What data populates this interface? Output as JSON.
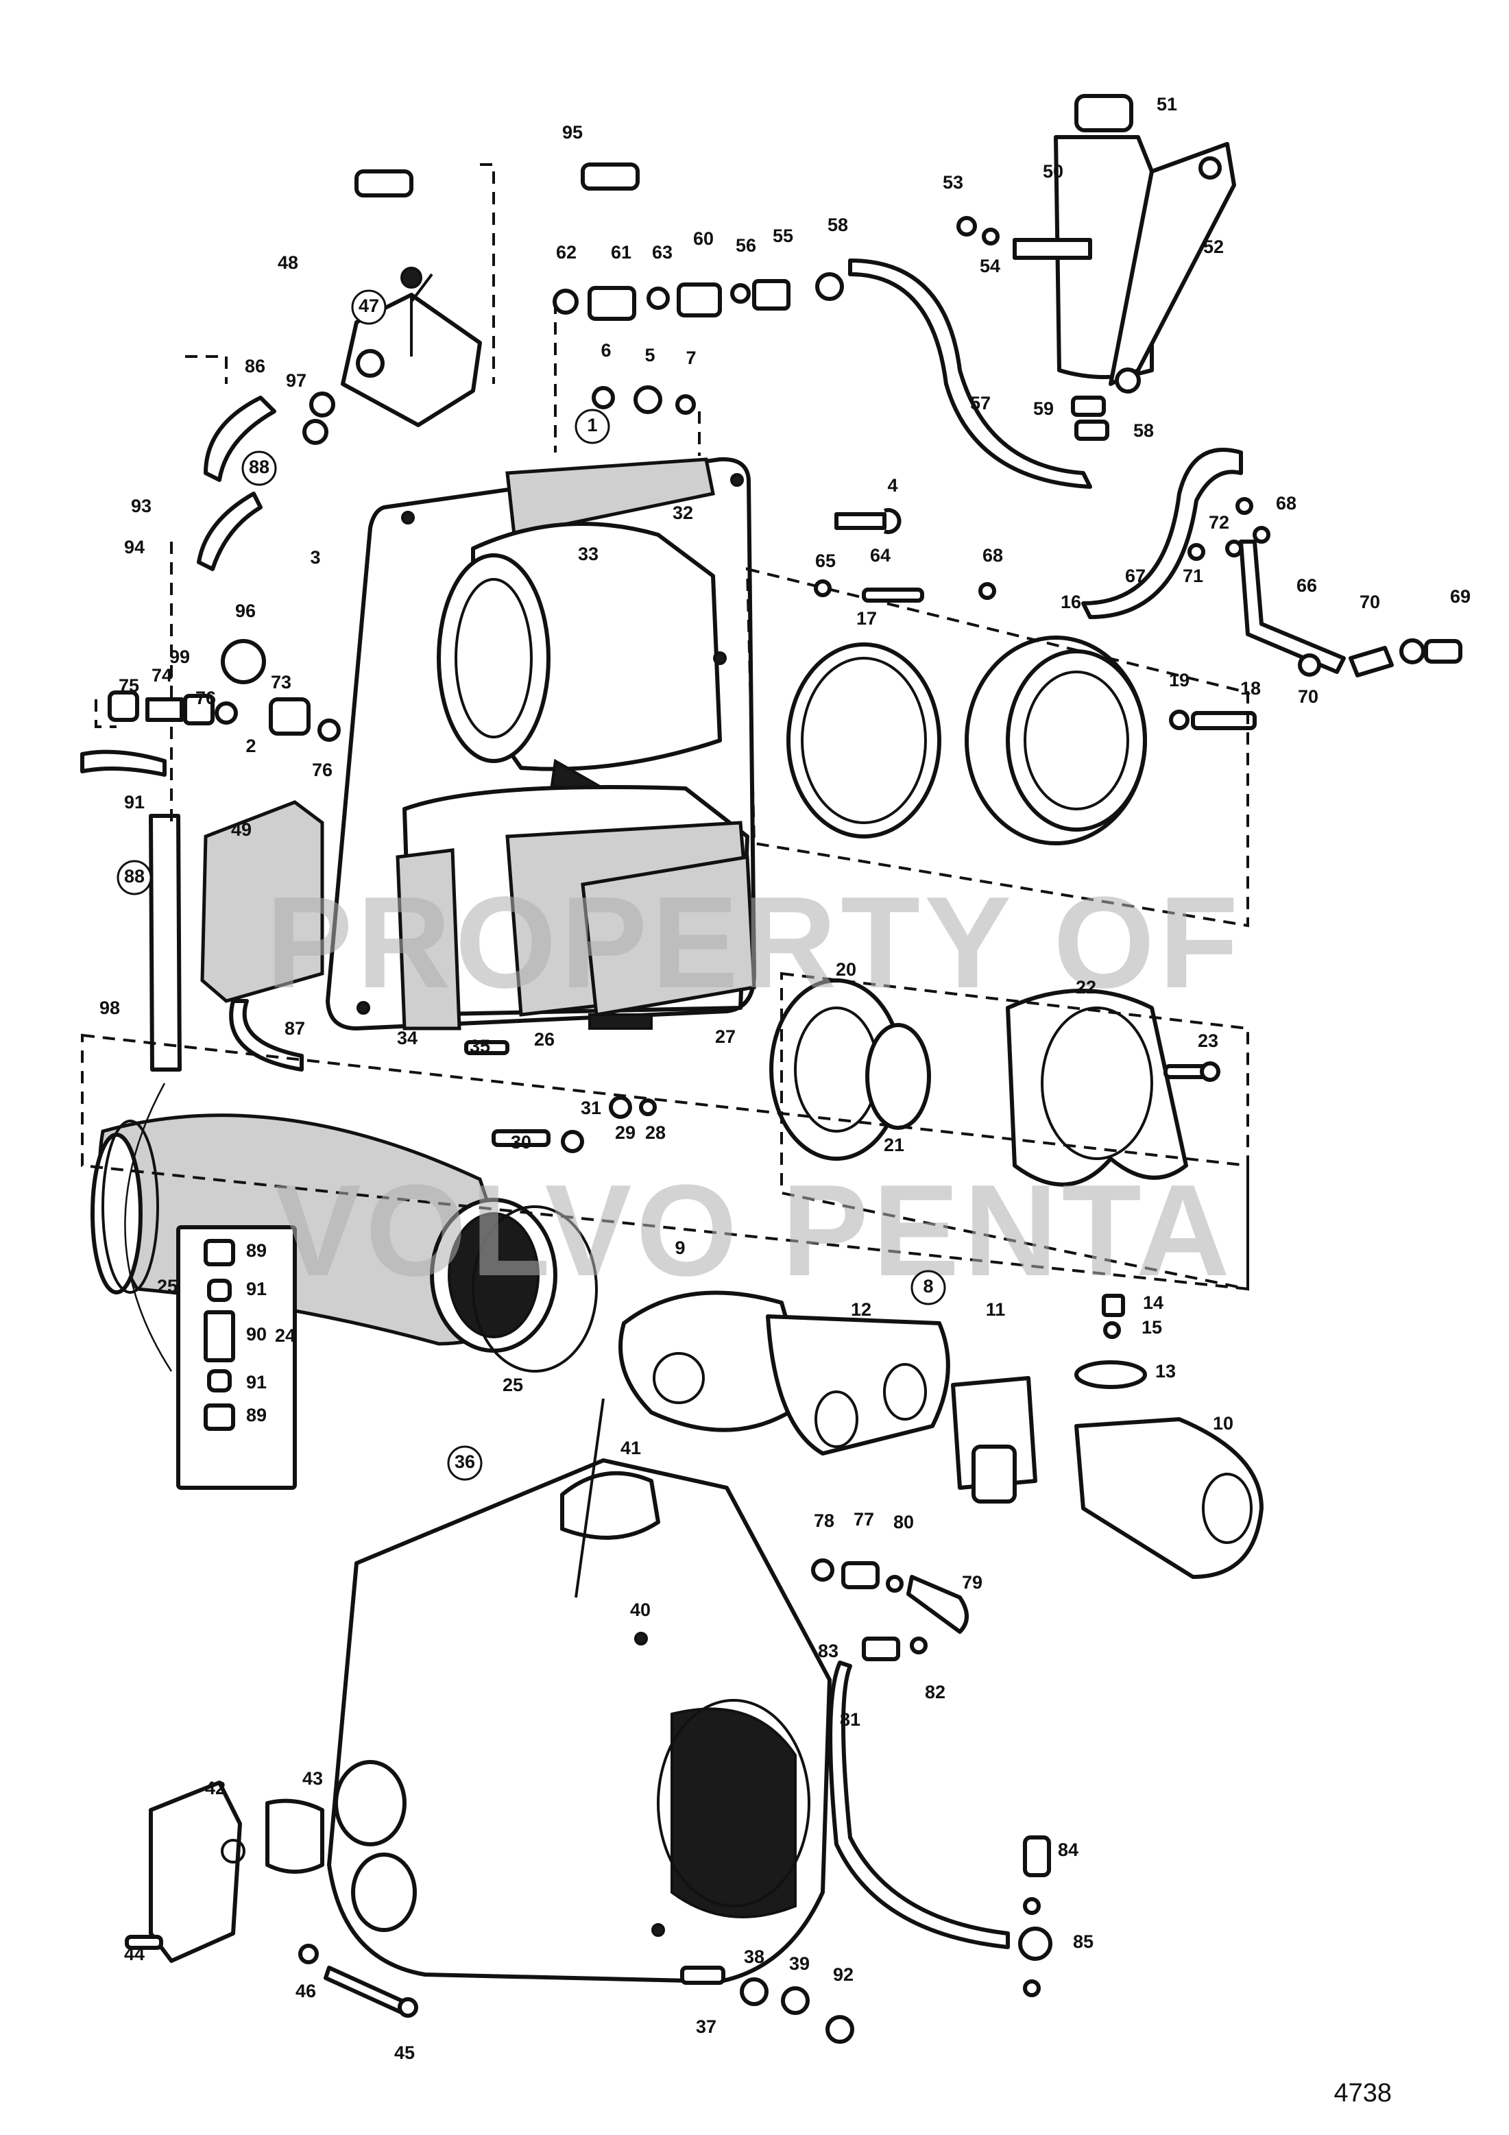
{
  "drawing_number": "4738",
  "watermark_lines": [
    "PROPERTY OF",
    "VOLVO PENTA"
  ],
  "callouts": [
    {
      "label": "95"
    },
    {
      "label": "48"
    },
    {
      "label": "47",
      "circled": true
    },
    {
      "label": "86"
    },
    {
      "label": "97"
    },
    {
      "label": "88",
      "circled": true
    },
    {
      "label": "93"
    },
    {
      "label": "94"
    },
    {
      "label": "3"
    },
    {
      "label": "96"
    },
    {
      "label": "75"
    },
    {
      "label": "74"
    },
    {
      "label": "99"
    },
    {
      "label": "76"
    },
    {
      "label": "73"
    },
    {
      "label": "2"
    },
    {
      "label": "76"
    },
    {
      "label": "91"
    },
    {
      "label": "49"
    },
    {
      "label": "88",
      "circled": true
    },
    {
      "label": "98"
    },
    {
      "label": "87"
    },
    {
      "label": "34"
    },
    {
      "label": "35"
    },
    {
      "label": "26"
    },
    {
      "label": "27"
    },
    {
      "label": "30"
    },
    {
      "label": "31"
    },
    {
      "label": "29"
    },
    {
      "label": "28"
    },
    {
      "label": "62"
    },
    {
      "label": "61"
    },
    {
      "label": "63"
    },
    {
      "label": "60"
    },
    {
      "label": "56"
    },
    {
      "label": "55"
    },
    {
      "label": "58"
    },
    {
      "label": "6"
    },
    {
      "label": "5"
    },
    {
      "label": "7"
    },
    {
      "label": "1",
      "circled": true
    },
    {
      "label": "32"
    },
    {
      "label": "33"
    },
    {
      "label": "4"
    },
    {
      "label": "65"
    },
    {
      "label": "64"
    },
    {
      "label": "68"
    },
    {
      "label": "17"
    },
    {
      "label": "16"
    },
    {
      "label": "19"
    },
    {
      "label": "18"
    },
    {
      "label": "20"
    },
    {
      "label": "21"
    },
    {
      "label": "22"
    },
    {
      "label": "23"
    },
    {
      "label": "51"
    },
    {
      "label": "50"
    },
    {
      "label": "53"
    },
    {
      "label": "54"
    },
    {
      "label": "52"
    },
    {
      "label": "57"
    },
    {
      "label": "59"
    },
    {
      "label": "58"
    },
    {
      "label": "68"
    },
    {
      "label": "72"
    },
    {
      "label": "71"
    },
    {
      "label": "67"
    },
    {
      "label": "66"
    },
    {
      "label": "70"
    },
    {
      "label": "69"
    },
    {
      "label": "70"
    },
    {
      "label": "25"
    },
    {
      "label": "24"
    },
    {
      "label": "25"
    },
    {
      "label": "9"
    },
    {
      "label": "8",
      "circled": true
    },
    {
      "label": "12"
    },
    {
      "label": "11"
    },
    {
      "label": "14"
    },
    {
      "label": "15"
    },
    {
      "label": "13"
    },
    {
      "label": "10"
    },
    {
      "label": "89"
    },
    {
      "label": "91"
    },
    {
      "label": "90"
    },
    {
      "label": "91"
    },
    {
      "label": "89"
    },
    {
      "label": "36",
      "circled": true
    },
    {
      "label": "41"
    },
    {
      "label": "40"
    },
    {
      "label": "78"
    },
    {
      "label": "77"
    },
    {
      "label": "80"
    },
    {
      "label": "79"
    },
    {
      "label": "83"
    },
    {
      "label": "82"
    },
    {
      "label": "81"
    },
    {
      "label": "42"
    },
    {
      "label": "43"
    },
    {
      "label": "44"
    },
    {
      "label": "46"
    },
    {
      "label": "45"
    },
    {
      "label": "37"
    },
    {
      "label": "38"
    },
    {
      "label": "39"
    },
    {
      "label": "92"
    },
    {
      "label": "84"
    },
    {
      "label": "85"
    }
  ]
}
